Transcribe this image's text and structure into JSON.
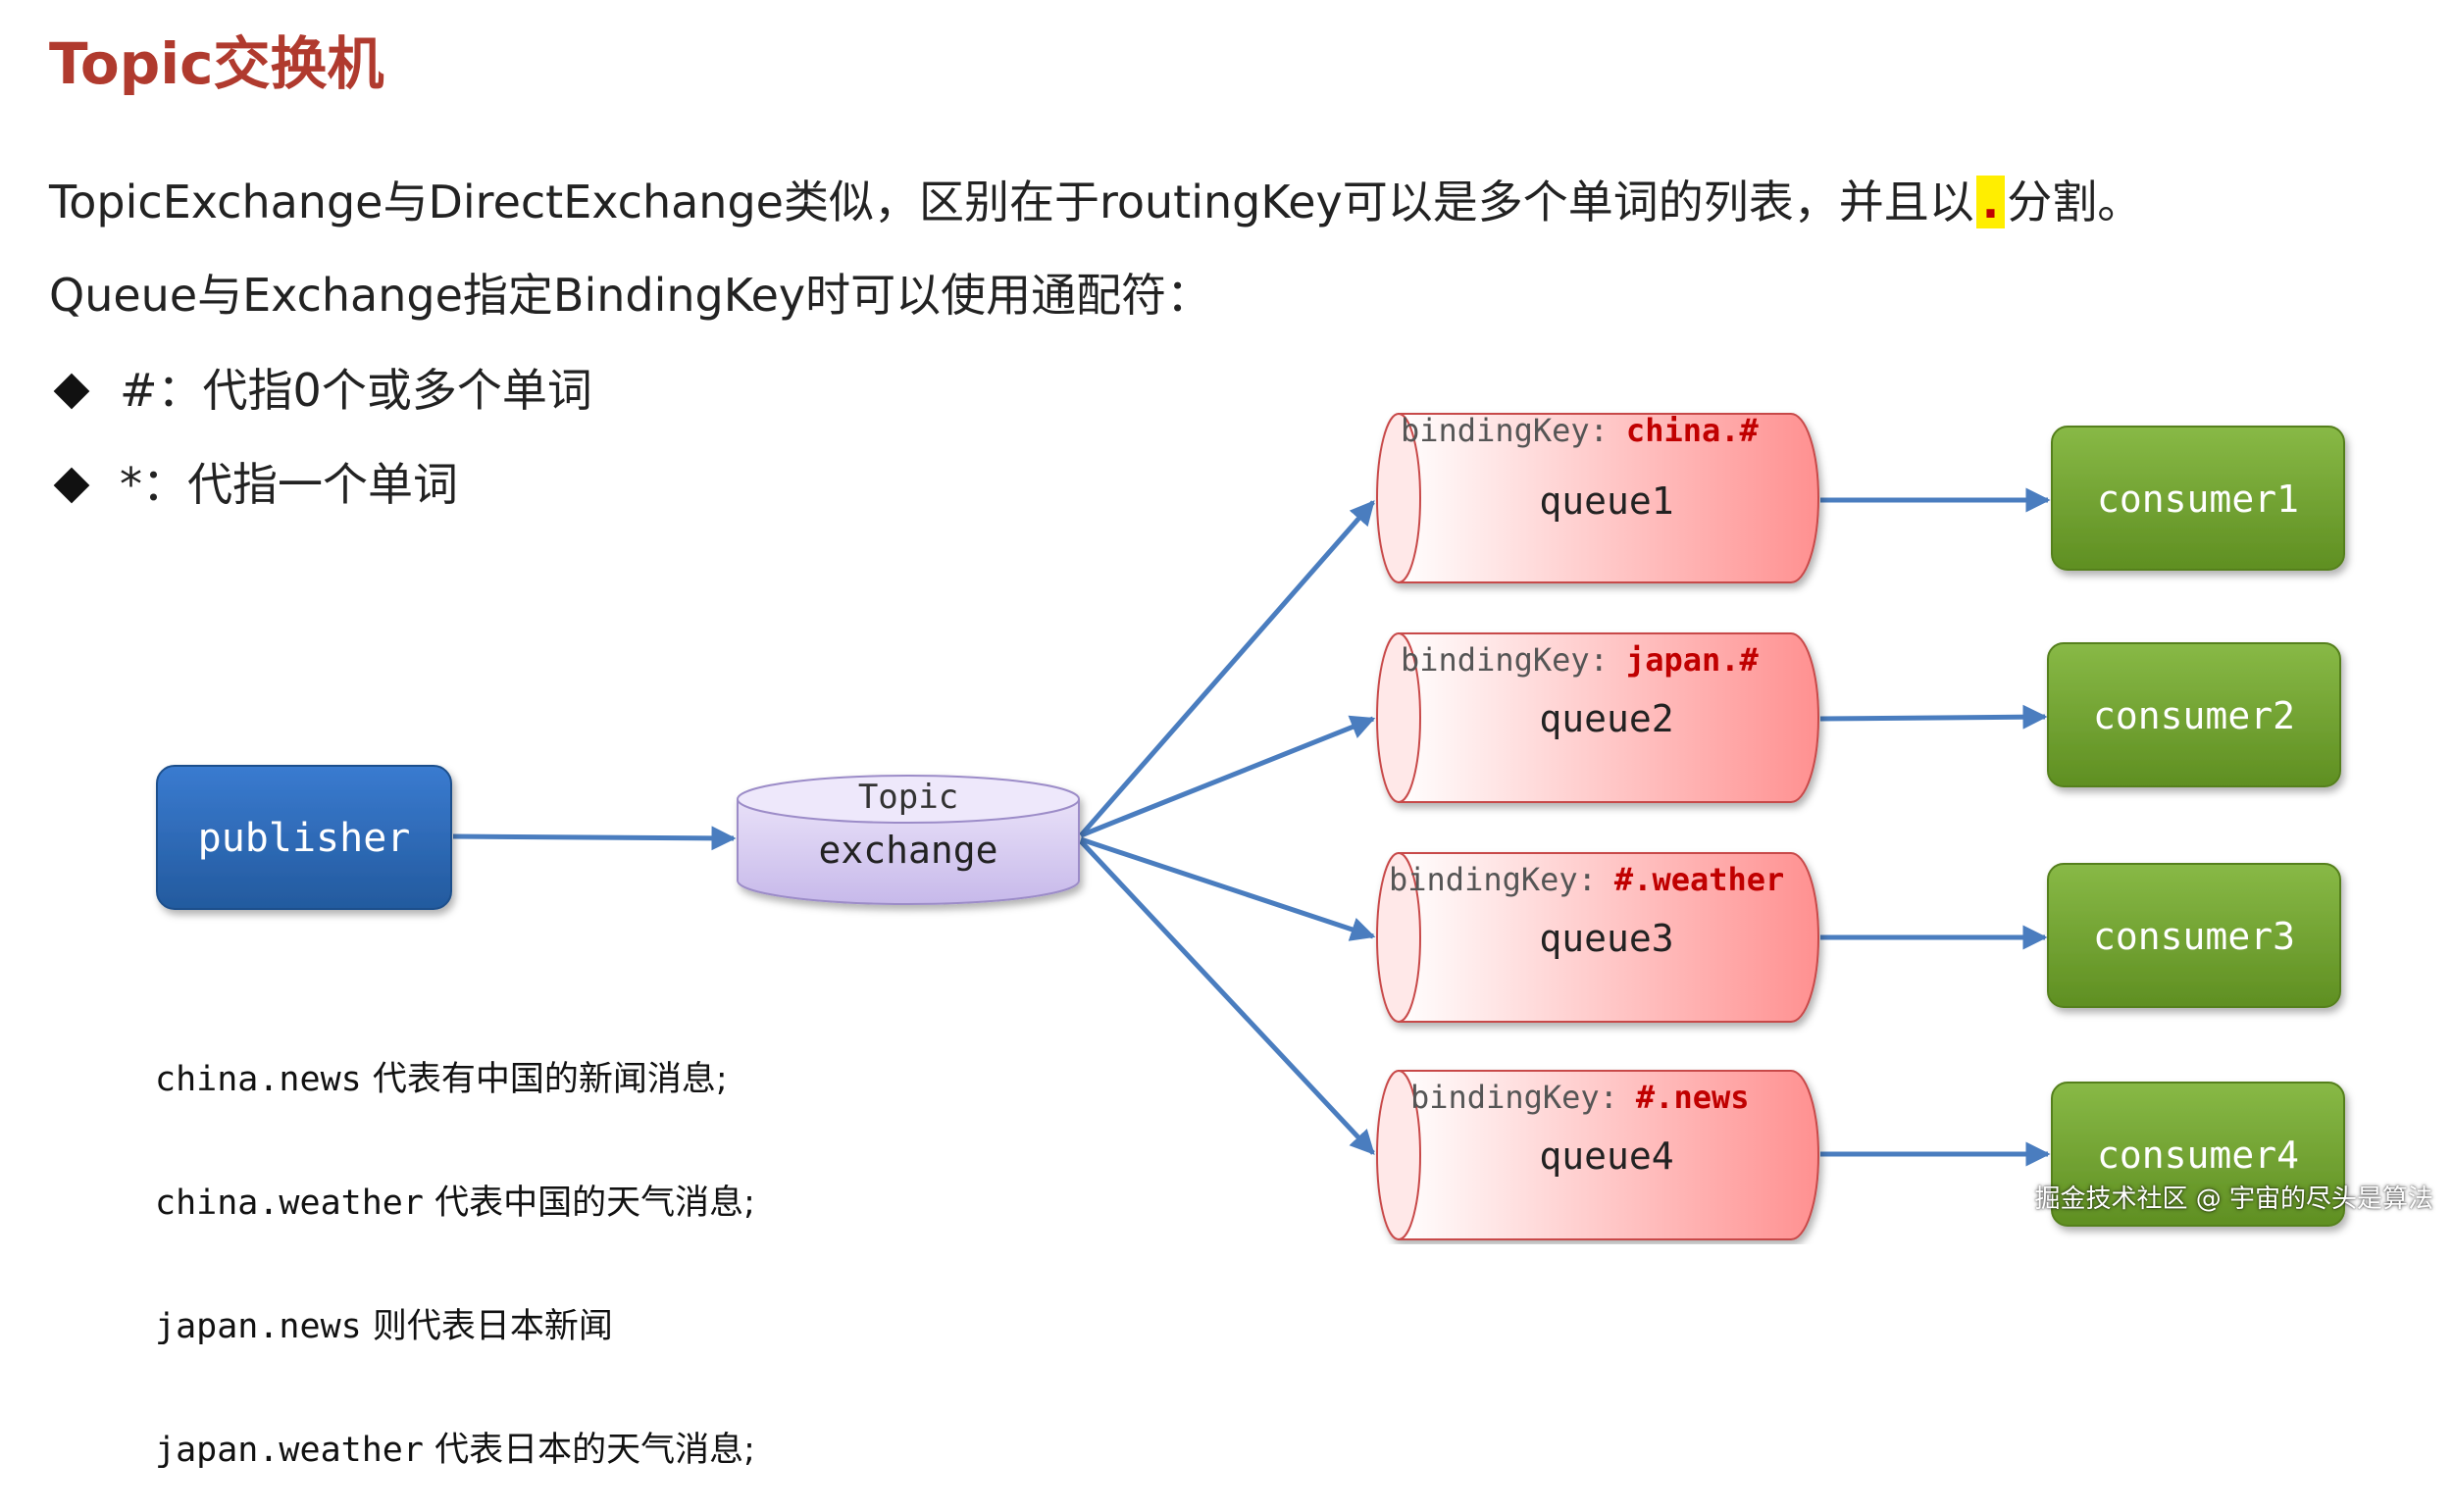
{
  "title": "Topic交换机",
  "description": {
    "line1_before": "TopicExchange与DirectExchange类似，区别在于routingKey可以是多个单词的列表，并且以",
    "line1_highlight": ".",
    "line1_after": "分割。",
    "line2": "Queue与Exchange指定BindingKey时可以使用通配符："
  },
  "bullets": [
    {
      "symbol": "#",
      "text": "：代指0个或多个单词"
    },
    {
      "symbol": "*",
      "text": "：代指一个单词"
    }
  ],
  "diagram": {
    "publisher": "publisher",
    "exchange": {
      "type_label": "Topic",
      "label": "exchange"
    },
    "binding_prefix": "bindingKey:",
    "queues": [
      {
        "name": "queue1",
        "binding_key": "china.#",
        "consumer": "consumer1"
      },
      {
        "name": "queue2",
        "binding_key": "japan.#",
        "consumer": "consumer2"
      },
      {
        "name": "queue3",
        "binding_key": "#.weather",
        "consumer": "consumer3"
      },
      {
        "name": "queue4",
        "binding_key": "#.news",
        "consumer": "consumer4"
      }
    ],
    "colors": {
      "publisher": "#2e6bb8",
      "exchange": "#d9cff0",
      "queue": "#ff9a9a",
      "consumer": "#7aaa36",
      "arrow": "#4a7dbf",
      "binding_key": "#c00000"
    }
  },
  "examples": [
    {
      "key": "china.news",
      "meaning": "代表有中国的新闻消息;"
    },
    {
      "key": "china.weather",
      "meaning": "代表中国的天气消息;"
    },
    {
      "key": "japan.news",
      "meaning": "则代表日本新闻"
    },
    {
      "key": "japan.weather",
      "meaning": "代表日本的天气消息;"
    }
  ],
  "watermark": "掘金技术社区 @ 宇宙的尽头是算法"
}
